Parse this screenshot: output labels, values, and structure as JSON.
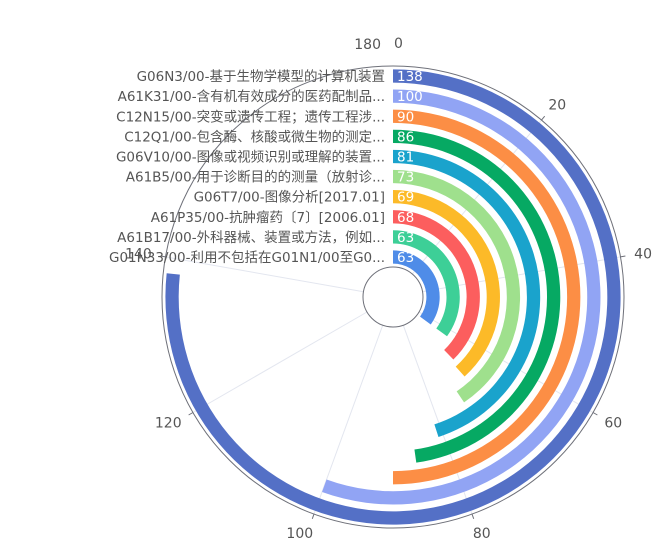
{
  "chart_data": {
    "type": "bar",
    "subtype": "polar-radial-bar",
    "title": "",
    "angle_axis": {
      "min": 0,
      "max": 180,
      "tick_labels": [
        "0",
        "20",
        "40",
        "60",
        "80",
        "100",
        "120",
        "140",
        "180"
      ],
      "clockwise": true
    },
    "categories": [
      "G06N3/00-基于生物学模型的计算机装置",
      "A61K31/00-含有机有效成分的医药配制品...",
      "C12N15/00-突变或遗传工程；遗传工程涉...",
      "C12Q1/00-包含酶、核酸或微生物的测定...",
      "G06V10/00-图像或视频识别或理解的装置...",
      "A61B5/00-用于诊断目的的测量（放射诊...",
      "G06T7/00-图像分析[2017.01]",
      "A61P35/00-抗肿瘤药〔7〕[2006.01]",
      "A61B17/00-外科器械、装置或方法，例如...",
      "G01N33/00-利用不包括在G01N1/00至G0..."
    ],
    "values": [
      138,
      100,
      90,
      86,
      81,
      73,
      69,
      68,
      63,
      63
    ],
    "value_labels": [
      "138",
      "100",
      "90",
      "86",
      "81",
      "73",
      "69",
      "68",
      "63",
      "63"
    ],
    "colors": [
      "#5470c6",
      "#91a4f4",
      "#fc8e45",
      "#06a963",
      "#1aa3cc",
      "#9fe08d",
      "#fcba28",
      "#fc5e5e",
      "#3dcf97",
      "#4f8ce8"
    ],
    "grid": true
  }
}
